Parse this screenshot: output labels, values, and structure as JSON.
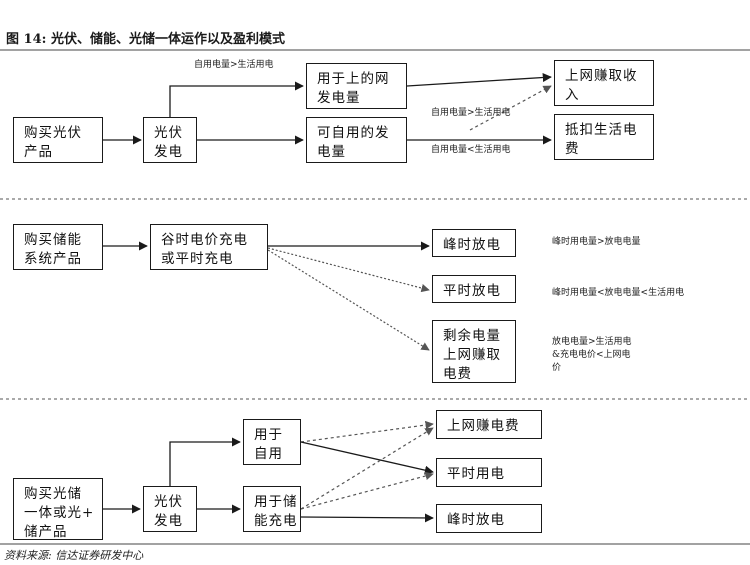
{
  "title": "图 14:  光伏、储能、光储一体运作以及盈利模式",
  "source": "资料来源:  信达证券研发中心",
  "section1": {
    "buy_pv": "购买光伏\n产品",
    "pv_gen": "光伏\n发电",
    "for_grid": "用于上的网\n发电量",
    "self_use": "可自用的发\n电量",
    "grid_income": "上网赚取收\n入",
    "offset_bill": "抵扣生活电\n费",
    "label_top": "自用电量>生活用电",
    "label_mid": "自用电量>生活用电",
    "label_bottom": "自用电量<生活用电"
  },
  "section2": {
    "buy_storage": "购买储能\n系统产品",
    "charge": "谷时电价充电\n或平时充电",
    "peak": "峰时放电",
    "flat": "平时放电",
    "surplus": "剩余电量\n上网赚取\n电费",
    "label_peak": "峰时用电量>放电电量",
    "label_flat": "峰时用电量<放电电量<生活用电",
    "label_surplus": "放电电量>生活用电\n&充电电价<上网电\n价"
  },
  "section3": {
    "buy_combo": "购买光储\n一体或光+\n储产品",
    "pv_gen": "光伏\n发电",
    "self_use": "用于\n自用",
    "storage_charge": "用于储\n能充电",
    "grid_fee": "上网赚电费",
    "flat_use": "平时用电",
    "peak_discharge": "峰时放电"
  }
}
